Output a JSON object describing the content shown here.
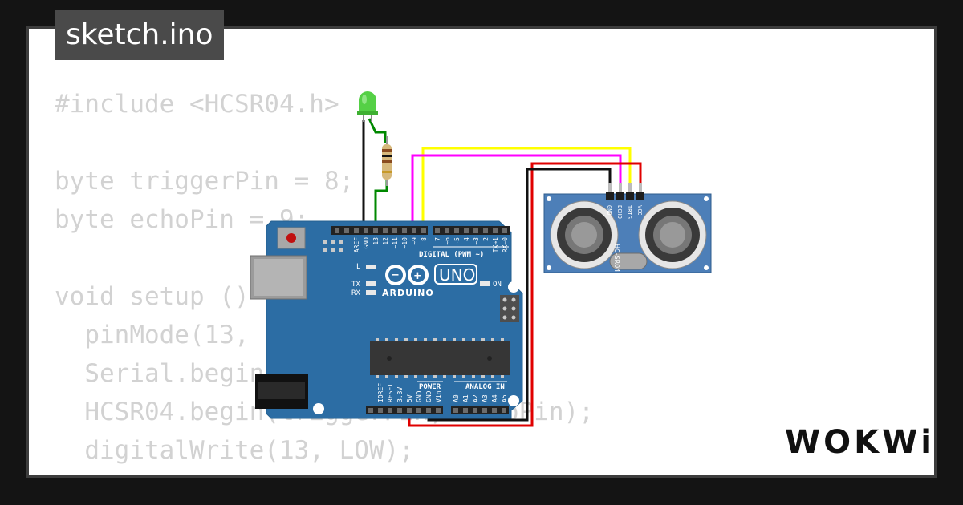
{
  "tab": {
    "filename": "sketch.ino"
  },
  "code": {
    "lines": [
      "#include <HCSR04.h>",
      "",
      "byte triggerPin = 8;",
      "byte echoPin = 9;",
      "",
      "void setup () {",
      "  pinMode(13, OUTPUT);",
      "  Serial.begin(9600);",
      "  HCSR04.begin(triggerPin, echoPin);",
      "  digitalWrite(13, LOW);",
      "}"
    ]
  },
  "arduino": {
    "brand": "ARDUINO",
    "model": "UNO",
    "digital_header_label": "DIGITAL (PWM ~)",
    "power_label": "POWER",
    "analog_label": "ANALOG IN",
    "led_labels": [
      "L",
      "TX",
      "RX"
    ],
    "on_label": "ON",
    "top_pins": [
      "AREF",
      "GND",
      "13",
      "12",
      "~11",
      "~10",
      "~9",
      "8",
      "7",
      "~6",
      "~5",
      "4",
      "~3",
      "2",
      "TX→1",
      "RX←0"
    ],
    "bottom_pins": [
      "IOREF",
      "RESET",
      "3.3V",
      "5V",
      "GND",
      "GND",
      "Vin",
      "A0",
      "A1",
      "A2",
      "A3",
      "A4",
      "A5"
    ]
  },
  "sensor": {
    "model": "HC-SR04",
    "pins": [
      "GND",
      "ECHO",
      "TRIG",
      "VCC"
    ]
  },
  "wires": {
    "colors": {
      "gnd": "#111111",
      "vcc": "#e00000",
      "trig": "#ffff00",
      "echo": "#ff00ff",
      "led": "#008800"
    }
  },
  "logo": {
    "text": "WOKWi"
  }
}
